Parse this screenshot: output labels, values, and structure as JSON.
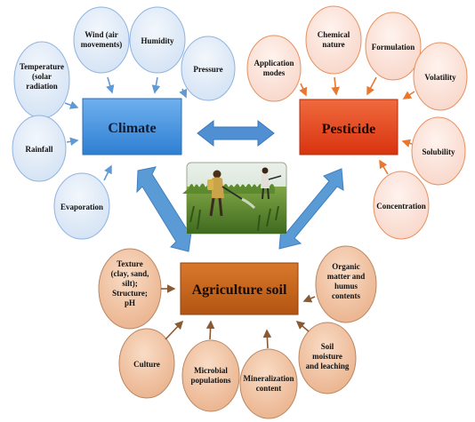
{
  "nodes": {
    "climate": "Climate",
    "pesticide": "Pesticide",
    "soil": "Agriculture soil"
  },
  "climate_factors": [
    [
      "Wind (air",
      "movements)"
    ],
    [
      "Humidity"
    ],
    [
      "Temperature",
      "(solar",
      "radiation"
    ],
    [
      "Pressure"
    ],
    [
      "Rainfall"
    ],
    [
      "Evaporation"
    ]
  ],
  "pesticide_factors": [
    [
      "Chemical",
      "nature"
    ],
    [
      "Formulation"
    ],
    [
      "Application",
      "modes"
    ],
    [
      "Volatility"
    ],
    [
      "Solubility"
    ],
    [
      "Concentration"
    ]
  ],
  "soil_factors": [
    [
      "Texture",
      "(clay, sand,",
      "silt);",
      "Structure;",
      "pH"
    ],
    [
      "Organic",
      "matter and",
      "humus",
      "contents"
    ],
    [
      "Culture"
    ],
    [
      "Microbial",
      "populations"
    ],
    [
      "Mineralization",
      "content"
    ],
    [
      "Soil",
      "moisture",
      "and leaching"
    ]
  ],
  "photo": {
    "description_icon": "farmer-spraying-photo"
  },
  "colors": {
    "climate_box": "#3f8fd8",
    "climate_bubble_fill": "#dbe7f6",
    "climate_bubble_stroke": "#6fa0d8",
    "pesticide_box": "#e2401c",
    "pesticide_bubble_fill": "#fbe1d8",
    "pesticide_bubble_stroke": "#e8815a",
    "soil_box": "#c7621a",
    "soil_bubble_fill": "#f3c7a8",
    "soil_bubble_stroke": "#b07a52",
    "big_arrow": "#5b9bd5"
  }
}
